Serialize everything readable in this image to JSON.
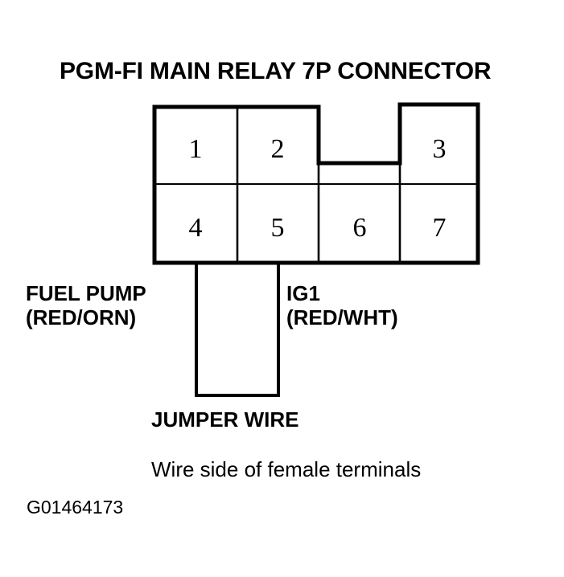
{
  "diagram": {
    "title": "PGM-FI MAIN RELAY 7P CONNECTOR",
    "caption": "Wire side of female terminals",
    "image_code": "G01464173",
    "background_color": "#ffffff",
    "line_color": "#000000",
    "connector": {
      "pin_count": 7,
      "top_row_pins": [
        "1",
        "2",
        "3"
      ],
      "bottom_row_pins": [
        "4",
        "5",
        "6",
        "7"
      ],
      "notch_present": true
    },
    "jumper": {
      "label": "JUMPER WIRE",
      "connects_pins": [
        "4",
        "5"
      ]
    },
    "wire_labels": [
      {
        "name": "FUEL PUMP",
        "color_code": "(RED/ORN)",
        "pin": "4"
      },
      {
        "name": "IG1",
        "color_code": "(RED/WHT)",
        "pin": "5"
      }
    ]
  }
}
